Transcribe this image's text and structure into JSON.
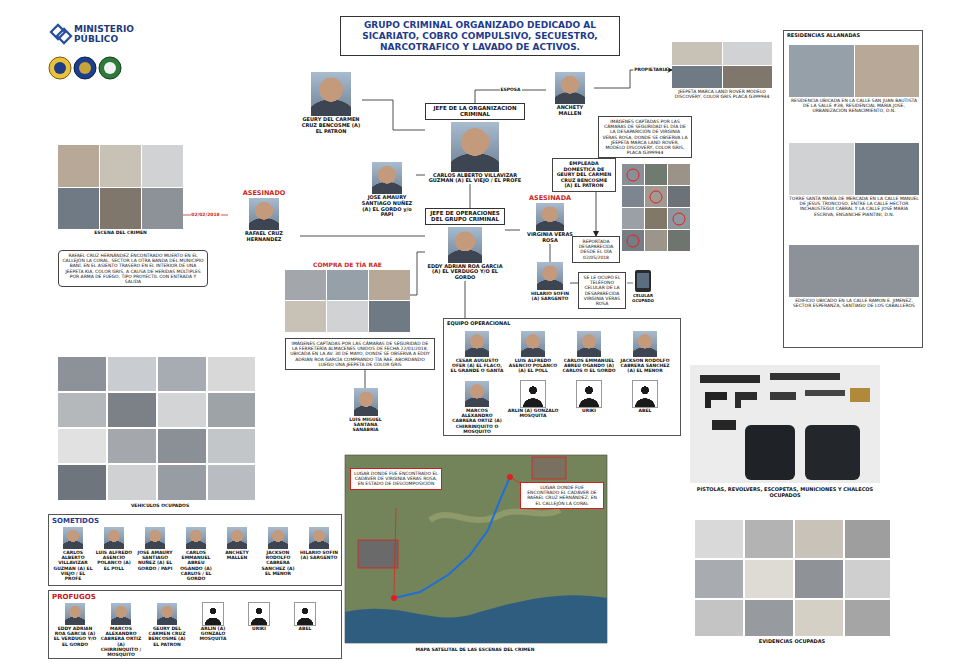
{
  "diagram": {
    "title": "GRUPO CRIMINAL ORGANIZADO DEDICADO AL SICARIATO, COBRO COMPULSIVO, SECUESTRO, NARCOTRAFICO Y LAVADO DE ACTIVOS.",
    "nodes": [
      {
        "text": [
          "GEURY DEL CARMEN CRUZ BENCOSME (A) EL PATRON"
        ]
      },
      {
        "text": [
          "JEFE DE LA ORGANIZACION CRIMINAL",
          "CARLOS ALBERTO VILLAVIZAR GUZMAN (A) EL VIEJO / EL PROFE"
        ]
      },
      {
        "text": [
          "JOSE AMAURY SANTIAGO NUÑEZ (A) EL GORDO y/o PAPI"
        ]
      },
      {
        "text": [
          "ANCHETY MALLEN"
        ]
      },
      {
        "text": [
          "JEEPETA MARCA LAND ROVER MODELO DISCOVERY, COLOR GRIS PLACA G399944"
        ]
      },
      {
        "text": [
          "RESIDENCIAS ALLANADAS"
        ]
      },
      {
        "text": [
          "RESIDENCIA UBICADA EN LA CALLE SAN JUAN BAUTISTA DE LA SALLE #38, RESIDENCIAL MARIA JOSE, URBANIZACIÓN RENACIMIENTO, D.N."
        ],
        "in": 5
      },
      {
        "text": [
          "TORRE SANTA MARÍA DE MERCADA EN LA CALLE MANUEL DE JESUS TRONCOSO, ENTRE LA CALLE HECTOR INCHAUSTEGUI CABRAL Y LA CALLE JOSÉ MARIA ESCRIVA, ENSANCHE PIANTINI, D.N."
        ],
        "in": 5
      },
      {
        "text": [
          "EDIFICIO UBICADO EN LA CALLE RAMON E. JIMENEZ, SECTOR ESPERANZA, SANTIAGO DE LOS CABALLEROS"
        ],
        "in": 5
      },
      {
        "text": [
          "ESCENA DEL CRIMEN"
        ]
      },
      {
        "text": [
          "RAFAEL CRUZ HERNÁNDEZ ENCONTRADO MUERTO EN EL CALLEJÓN LA CORAL, SECTOR LA OTRA BANDA DEL MUNICIPIO BANÍ, EN EL ASIENTO TRASERO EN EL INTERIOR DE UNA JEEPETA KIA, COLOR GRIS, A CAUSA DE HERIDAS MÚLTIPLES POR ARMA DE FUEGO, TIPO PROYECTIL CON ENTRADA Y SALIDA"
        ]
      },
      {
        "text": [
          "ASESINADO",
          "RAFAEL CRUZ HERNANDEZ"
        ]
      },
      {
        "text": [
          "JEFE DE OPERACIONES DEL GRUPO CRIMINAL",
          "EDDY ADRIAN ROA GARCIA (A) EL VERDUGO Y/O EL GORDO"
        ]
      },
      {
        "text": [
          "ASESINADA",
          "VIRGINIA VERAS ROSA"
        ]
      },
      {
        "text": [
          "IMÁGENES CAPTADAS POR LAS CÁMARAS DE SEGURIDAD EL DÍA DE LA DESAPARICIÓN DE VIRGINIA VERAS ROSA, DONDE SE OBSERVA LA JEEPETA MARCA LAND ROVER, MODELO DISCOVERY, COLOR GRIS, PLACA G399944"
        ]
      },
      {
        "text": [
          "EMPLEADA DOMESTICA DE GEURY DEL CARMEN CRUZ BENCOSME (A) EL PATRON"
        ]
      },
      {
        "text": [
          "REPORTADA DESAPARECIDA DESDE EL DÍA 02/05/2018"
        ]
      },
      {
        "text": [
          "HILARIO SOFIN (A) SARGENTO"
        ]
      },
      {
        "text": [
          "SE LE OCUPÓ EL TELÉFONO CELULAR DE LA DESAPARECIDA VIRGINIA VERAS ROSA"
        ]
      },
      {
        "text": [
          "COMPRA DE TÍA RAE"
        ]
      },
      {
        "text": [
          "IMÁGENES CAPTADAS POR LAS CÁMARAS DE SEGURIDAD DE LA FERRETERÍA ALMACENES UNIDOS DE FECHA 22/01/2018, UBICADA EN LA AV. 30 DE MAYO, DONDE SE OBSERVA A EDDY ADRIÁN ROA GARCÍA COMPRANDO TÍA RAE, ABORDANDO LUEGO UNA JEEPETA DE COLOR GRIS"
        ]
      },
      {
        "text": [
          "LUIS MIGUEL SANTANA SANABRIA"
        ]
      },
      {
        "text": [
          "EQUIPO OPERACIONAL"
        ]
      },
      {
        "text": [
          "CESAR AUGUSTO OFER (A) EL FLACO, EL GRANDE O GANTA"
        ],
        "in": 22
      },
      {
        "text": [
          "LUIS ALFREDO ASENCIO POLANCO (A) EL POLL"
        ],
        "in": 22
      },
      {
        "text": [
          "CARLOS EMMANUEL ABREU OGANDO (A) CARLOS O EL GORDO"
        ],
        "in": 22
      },
      {
        "text": [
          "JACKSON RODOLFO CABRERA SANCHEZ (A) EL MENOR"
        ],
        "in": 22
      },
      {
        "text": [
          "MARCOS ALEXANDRO CABRERA ORTIZ (A) CHIRRINQUITO O MOSQUITO"
        ],
        "in": 22
      },
      {
        "text": [
          "ARLIN (A) GONZALO MOSQUITA"
        ],
        "in": 22
      },
      {
        "text": [
          "URIKI"
        ],
        "in": 22
      },
      {
        "text": [
          "ABEL"
        ],
        "in": 22
      },
      {
        "text": [
          "SOMETIDOS"
        ]
      },
      {
        "text": [
          "CARLOS ALBERTO VILLAVIZAR GUZMAN (A) EL VIEJO / EL PROFE"
        ],
        "in": 31
      },
      {
        "text": [
          "LUIS ALFREDO ASENCIO POLANCO (A) EL POLL"
        ],
        "in": 31
      },
      {
        "text": [
          "JOSE AMAURY SANTIAGO NUÑEZ (A) EL GORDO / PAPI"
        ],
        "in": 31
      },
      {
        "text": [
          "CARLOS EMMANUEL ABREU OGANDO (A) CARLOS / EL GORDO"
        ],
        "in": 31
      },
      {
        "text": [
          "ANCHETY MALLEN"
        ],
        "in": 31
      },
      {
        "text": [
          "JACKSON RODOLFO CABRERA SANCHEZ (A) EL MENOR"
        ],
        "in": 31
      },
      {
        "text": [
          "HILARIO SOFIN (A) SARGENTO"
        ],
        "in": 31
      },
      {
        "text": [
          "PROFUGOS"
        ]
      },
      {
        "text": [
          "EDDY ADRIAN ROA GARCIA (A) EL VERDUGO Y/O EL GORDO"
        ],
        "in": 39
      },
      {
        "text": [
          "MARCOS ALEXANDRO CABRERA ORTIZ (A) CHIRRINQUITO / MOSQUITO"
        ],
        "in": 39
      },
      {
        "text": [
          "GEURY DEL CARMEN CRUZ BENCOSME (A) EL PATRON"
        ],
        "in": 39
      },
      {
        "text": [
          "ARLIN (A) GONZALO MOSQUITA"
        ],
        "in": 39
      },
      {
        "text": [
          "URIKI"
        ],
        "in": 39
      },
      {
        "text": [
          "ABEL"
        ],
        "in": 39
      },
      {
        "text": [
          "LUGAR DONDE FUE ENCONTRADO EL CADÁVER DE VIRGINIA VERAS ROSA, EN ESTADO DE DESCOMPOSICIÓN"
        ]
      },
      {
        "text": [
          "LUGAR DONDE FUE ENCONTRADO EL CADÁVER DE RAFAEL CRUZ HERNÁNDEZ, EN EL CALLEJÓN LA CORAL"
        ]
      }
    ],
    "edges": [
      {
        "from": 0,
        "to": 1,
        "arrow": "none"
      },
      {
        "from": 2,
        "to": 1,
        "arrow": "none"
      },
      {
        "from": 1,
        "to": 3,
        "label": "ESPOSA",
        "arrow": "none"
      },
      {
        "from": 3,
        "to": 4,
        "label": "PROPIETARIA",
        "arrow": "to"
      },
      {
        "from": 1,
        "to": 12,
        "arrow": "none"
      },
      {
        "from": 9,
        "to": 11,
        "label": "02/02/2018",
        "arrow": "none"
      },
      {
        "from": 11,
        "to": 12,
        "arrow": "none"
      },
      {
        "from": 12,
        "to": 13,
        "arrow": "none"
      },
      {
        "from": 19,
        "to": 12,
        "arrow": "none"
      },
      {
        "from": 12,
        "to": 22,
        "arrow": "none"
      },
      {
        "from": 13,
        "to": 17,
        "arrow": "none"
      },
      {
        "from": 15,
        "to": 16,
        "arrow": "to"
      },
      {
        "from": 17,
        "to": 18,
        "arrow": "none"
      },
      {
        "from": 20,
        "to": 21,
        "arrow": "none"
      }
    ],
    "labels": [
      "MINISTERIO PÚBLICO",
      "VEHICULOS OCUPADOS",
      "CELULAR OCUPADO",
      "PISTOLAS, REVOLVERS, ESCOPETAS, MUNICIONES Y CHALECOS OCUPADOS",
      "EVIDENCIAS OCUPADAS",
      "MAPA SATELITAL DE LAS ESCENAS DEL CRIMEN"
    ]
  }
}
